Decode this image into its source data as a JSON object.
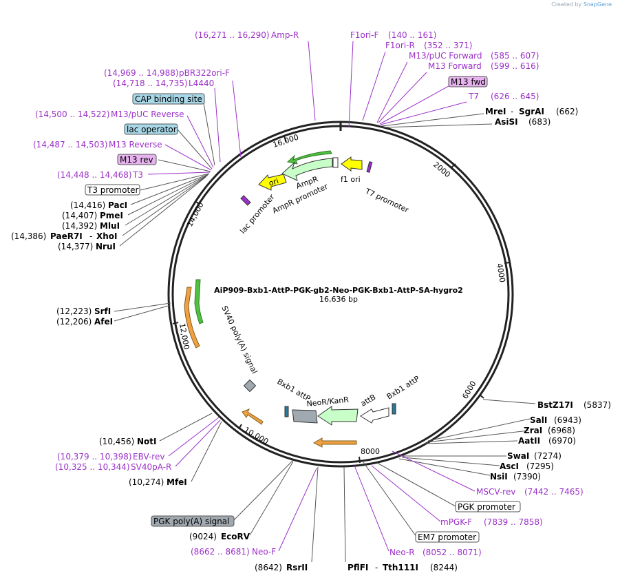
{
  "credit": {
    "created_by": "Created by",
    "brand": "SnapGene"
  },
  "plasmid": {
    "name": "AiP909-Bxb1-AttP-PGK-gb2-Neo-PGK-Bxb1-AttP-SA-hygro2",
    "size_label": "16,636 bp",
    "length": 16636
  },
  "colors": {
    "primer": "#9b30c8",
    "site": "#000000",
    "ori": "#ffff00",
    "ampr": "#c8ffc8",
    "polyA": "#a0a8b0",
    "cap": "#a8d8e8",
    "m13": "#e8b4f0",
    "orange_arrow": "#f0a040",
    "green_arrow": "#50c040",
    "attp": "#2a7a9a"
  },
  "ticks": [
    "16,000",
    "2000",
    "4000",
    "6000",
    "8000",
    "10,000",
    "12,000",
    "14,000"
  ],
  "features_on_map": [
    "ori",
    "AmpR",
    "AmpR promoter",
    "f1 ori",
    "T7 promoter",
    "lac promoter",
    "SV40 poly(A) signal",
    "Bxb1 attP",
    "NeoR/KanR",
    "attB",
    "Bxb1 attP"
  ],
  "labels": [
    {
      "type": "primer",
      "coords": "(16,271 .. 16,290)",
      "name": "Amp-R"
    },
    {
      "type": "primer",
      "name": "F1ori-F",
      "coords": "(140 .. 161)"
    },
    {
      "type": "primer",
      "name": "F1ori-R",
      "coords": "(352 .. 371)"
    },
    {
      "type": "primer",
      "name": "M13/pUC Forward",
      "coords": "(585 .. 607)"
    },
    {
      "type": "primer",
      "name": "M13 Forward",
      "coords": "(599 .. 616)"
    },
    {
      "type": "boxfeat",
      "name": "M13 fwd"
    },
    {
      "type": "primer",
      "name": "T7",
      "coords": "(626 .. 645)"
    },
    {
      "type": "site2",
      "name": "MreI",
      "name2": "SgrAI",
      "coords": "(662)"
    },
    {
      "type": "site",
      "name": "AsiSI",
      "coords": "(683)"
    },
    {
      "type": "primer",
      "coords": "(14,969 .. 14,988)",
      "name": "pBR322ori-F"
    },
    {
      "type": "primer",
      "coords": "(14,718 .. 14,735)",
      "name": "L4440"
    },
    {
      "type": "boxfeat",
      "name": "CAP binding site"
    },
    {
      "type": "primer",
      "coords": "(14,500 .. 14,522)",
      "name": "M13/pUC Reverse"
    },
    {
      "type": "boxfeat",
      "name": "lac operator"
    },
    {
      "type": "primer",
      "coords": "(14,487 .. 14,503)",
      "name": "M13 Reverse"
    },
    {
      "type": "boxfeat",
      "name": "M13 rev"
    },
    {
      "type": "primer",
      "coords": "(14,448 .. 14,468)",
      "name": "T3"
    },
    {
      "type": "boxfeat",
      "name": "T3 promoter"
    },
    {
      "type": "site",
      "coords": "(14,416)",
      "name": "PacI"
    },
    {
      "type": "site",
      "coords": "(14,407)",
      "name": "PmeI"
    },
    {
      "type": "site",
      "coords": "(14,392)",
      "name": "MluI"
    },
    {
      "type": "site2",
      "coords": "(14,386)",
      "name": "PaeR7I",
      "name2": "XhoI"
    },
    {
      "type": "site",
      "coords": "(14,377)",
      "name": "NruI"
    },
    {
      "type": "site",
      "coords": "(12,223)",
      "name": "SrfI"
    },
    {
      "type": "site",
      "coords": "(12,206)",
      "name": "AfeI"
    },
    {
      "type": "site",
      "name": "BstZ17I",
      "coords": "(5837)"
    },
    {
      "type": "site",
      "name": "SalI",
      "coords": "(6943)"
    },
    {
      "type": "site",
      "name": "ZraI",
      "coords": "(6968)"
    },
    {
      "type": "site",
      "name": "AatII",
      "coords": "(6970)"
    },
    {
      "type": "site",
      "name": "SwaI",
      "coords": "(7274)"
    },
    {
      "type": "site",
      "name": "AscI",
      "coords": "(7295)"
    },
    {
      "type": "site",
      "name": "NsiI",
      "coords": "(7390)"
    },
    {
      "type": "primer",
      "name": "MSCV-rev",
      "coords": "(7442 .. 7465)"
    },
    {
      "type": "boxfeat",
      "name": "PGK promoter"
    },
    {
      "type": "primer",
      "name": "mPGK-F",
      "coords": "(7839 .. 7858)"
    },
    {
      "type": "boxfeat",
      "name": "EM7 promoter"
    },
    {
      "type": "primer",
      "name": "Neo-R",
      "coords": "(8052 .. 8071)"
    },
    {
      "type": "site2",
      "name": "PflFI",
      "name2": "Tth111I",
      "coords": "(8244)"
    },
    {
      "type": "site",
      "coords": "(8642)",
      "name": "RsrII"
    },
    {
      "type": "primer",
      "coords": "(8662 .. 8681)",
      "name": "Neo-F"
    },
    {
      "type": "site",
      "coords": "(9024)",
      "name": "EcoRV"
    },
    {
      "type": "boxfeat",
      "name": "PGK poly(A) signal"
    },
    {
      "type": "site",
      "coords": "(10,274)",
      "name": "MfeI"
    },
    {
      "type": "primer",
      "coords": "(10,325 .. 10,344)",
      "name": "SV40pA-R"
    },
    {
      "type": "primer",
      "coords": "(10,379 .. 10,398)",
      "name": "EBV-rev"
    },
    {
      "type": "site",
      "coords": "(10,456)",
      "name": "NotI"
    }
  ]
}
